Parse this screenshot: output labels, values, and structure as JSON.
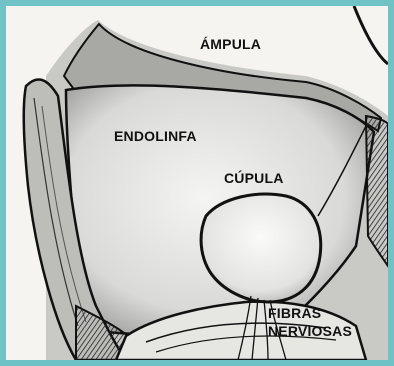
{
  "labels": {
    "ampula": "ÁMPULA",
    "endolinfa": "ENDOLINFA",
    "cupula": "CÚPULA",
    "fibras_line1": "FIBRAS",
    "fibras_line2": "NERVIOSAS"
  },
  "colors": {
    "frame": "#6fc3c6",
    "paper": "#f5f4f1",
    "ink": "#111111"
  }
}
